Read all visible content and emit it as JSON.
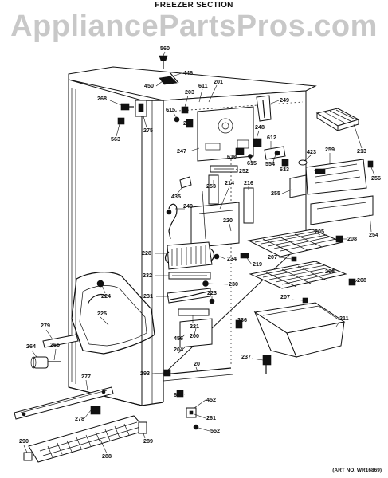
{
  "header": {
    "section_title": "FREEZER SECTION",
    "watermark": "AppliancePartsPros.com"
  },
  "footer": {
    "art_number": "(ART NO. WR16869)"
  },
  "callouts": [
    {
      "id": "c560",
      "text": "560"
    },
    {
      "id": "c446",
      "text": "446"
    },
    {
      "id": "c450",
      "text": "450"
    },
    {
      "id": "c611",
      "text": "611"
    },
    {
      "id": "c201",
      "text": "201"
    },
    {
      "id": "c203",
      "text": "203"
    },
    {
      "id": "c268",
      "text": "268"
    },
    {
      "id": "c615a",
      "text": "615"
    },
    {
      "id": "c251",
      "text": "251"
    },
    {
      "id": "c249",
      "text": "249"
    },
    {
      "id": "c275",
      "text": "275"
    },
    {
      "id": "c563",
      "text": "563"
    },
    {
      "id": "c248",
      "text": "248"
    },
    {
      "id": "c612",
      "text": "612"
    },
    {
      "id": "c247",
      "text": "247"
    },
    {
      "id": "c610",
      "text": "610"
    },
    {
      "id": "c615b",
      "text": "615"
    },
    {
      "id": "c554",
      "text": "554"
    },
    {
      "id": "c613",
      "text": "613"
    },
    {
      "id": "c423",
      "text": "423"
    },
    {
      "id": "c259",
      "text": "259"
    },
    {
      "id": "c213",
      "text": "213"
    },
    {
      "id": "c252",
      "text": "252"
    },
    {
      "id": "c253",
      "text": "253"
    },
    {
      "id": "c214",
      "text": "214"
    },
    {
      "id": "c216",
      "text": "216"
    },
    {
      "id": "c255",
      "text": "255"
    },
    {
      "id": "c256",
      "text": "256"
    },
    {
      "id": "c435",
      "text": "435"
    },
    {
      "id": "c240",
      "text": "240"
    },
    {
      "id": "c220",
      "text": "220"
    },
    {
      "id": "c254",
      "text": "254"
    },
    {
      "id": "c205",
      "text": "205"
    },
    {
      "id": "c208a",
      "text": "208"
    },
    {
      "id": "c228",
      "text": "228"
    },
    {
      "id": "c234",
      "text": "234"
    },
    {
      "id": "c219",
      "text": "219"
    },
    {
      "id": "c207a",
      "text": "207"
    },
    {
      "id": "c232",
      "text": "232"
    },
    {
      "id": "c206",
      "text": "206"
    },
    {
      "id": "c208b",
      "text": "208"
    },
    {
      "id": "c230",
      "text": "230"
    },
    {
      "id": "c224",
      "text": "224"
    },
    {
      "id": "c223",
      "text": "223"
    },
    {
      "id": "c231",
      "text": "231"
    },
    {
      "id": "c207b",
      "text": "207"
    },
    {
      "id": "c225",
      "text": "225"
    },
    {
      "id": "c221",
      "text": "221"
    },
    {
      "id": "c211",
      "text": "211"
    },
    {
      "id": "c279",
      "text": "279"
    },
    {
      "id": "c236",
      "text": "236"
    },
    {
      "id": "c456",
      "text": "456"
    },
    {
      "id": "c200",
      "text": "200"
    },
    {
      "id": "c264",
      "text": "264"
    },
    {
      "id": "c265",
      "text": "265"
    },
    {
      "id": "c204",
      "text": "204"
    },
    {
      "id": "c237",
      "text": "237"
    },
    {
      "id": "c20",
      "text": "20"
    },
    {
      "id": "c293",
      "text": "293"
    },
    {
      "id": "c277",
      "text": "277"
    },
    {
      "id": "c609",
      "text": "609"
    },
    {
      "id": "c452",
      "text": "452"
    },
    {
      "id": "c278",
      "text": "278"
    },
    {
      "id": "c261",
      "text": "261"
    },
    {
      "id": "c552",
      "text": "552"
    },
    {
      "id": "c290",
      "text": "290"
    },
    {
      "id": "c289",
      "text": "289"
    },
    {
      "id": "c288",
      "text": "288"
    }
  ]
}
